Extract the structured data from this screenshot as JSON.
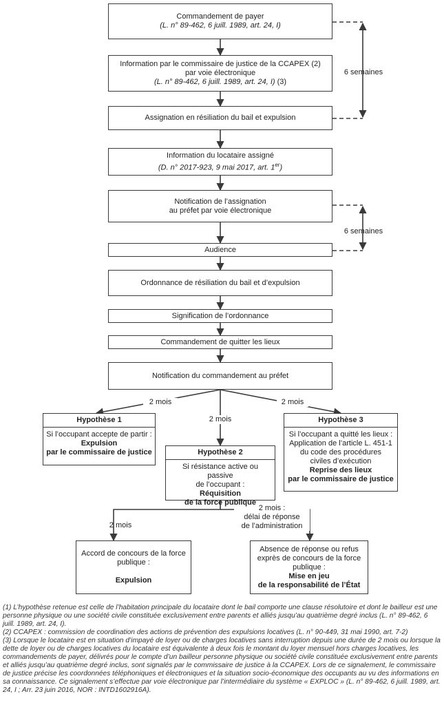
{
  "steps": {
    "commandement_payer": {
      "title": "Commandement de payer",
      "ref": "(L. n° 89-462, 6 juill. 1989, art. 24, I)"
    },
    "information_ccapex": {
      "line1": "Information par le commissaire de justice de la CCAPEX (2)",
      "line2": "par voie électronique",
      "ref": "(L. n° 89-462, 6 juill. 1989, art. 24, I)",
      "ref_suffix": " (3)"
    },
    "assignation": {
      "title": "Assignation en résiliation du bail et expulsion"
    },
    "information_locataire": {
      "title": "Information du locataire assigné",
      "ref": "(D. n° 2017-923, 9 mai 2017, art. 1",
      "ref_sup": "er",
      "ref_close": ")"
    },
    "notification_prefet": {
      "line1": "Notification de l’assignation",
      "line2": "au préfet par voie électronique"
    },
    "audience": {
      "title": "Audience"
    },
    "ordonnance": {
      "title": "Ordonnance de résiliation du bail et d’expulsion"
    },
    "signification": {
      "title": "Signification de l’ordonnance"
    },
    "commandement_quitter": {
      "title": "Commandement de quitter les lieux"
    },
    "notification_commandement": {
      "title": "Notification du commandement au préfet"
    }
  },
  "durations": {
    "six_semaines_1": "6 semaines",
    "six_semaines_2": "6 semaines",
    "deux_mois_left": "2 mois",
    "deux_mois_center": "2 mois",
    "deux_mois_right": "2 mois",
    "deux_mois_bottom_left": "2 mois",
    "deux_mois_bottom_right": "2 mois :",
    "delai_line1": "délai de réponse",
    "delai_line2": "de l’administration"
  },
  "hypotheses": {
    "h1": {
      "title": "Hypothèse 1",
      "body": "Si l’occupant accepte de partir :",
      "bold1": "Expulsion",
      "bold2": "par le commissaire de justice"
    },
    "h2": {
      "title": "Hypothèse 2",
      "body1": "Si résistance active ou passive",
      "body2": "de l’occupant :",
      "bold1": "Réquisition",
      "bold2": "de la force publique"
    },
    "h3": {
      "title": "Hypothèse 3",
      "body1": "Si l’occupant a quitté les lieux :",
      "body2": "Application de l’article L. 451-1",
      "body3": "du code des procédures",
      "body4": "civiles d’exécution",
      "bold1": "Reprise des lieux",
      "bold2": "par le commissaire de justice"
    }
  },
  "outcomes": {
    "accord": {
      "line1": "Accord de concours de la force",
      "line2": "publique :",
      "bold": "Expulsion"
    },
    "absence": {
      "line1": "Absence de réponse ou refus",
      "line2": "exprès de concours de la force",
      "line3": "publique :",
      "bold1": "Mise en jeu",
      "bold2": "de la responsabilité de l’État"
    }
  },
  "footnotes": {
    "n1": "(1) L’hypothèse retenue est celle de l’habitation principale du locataire dont le bail comporte une clause résolutoire et dont le bailleur est une personne physique ou une société civile constituée exclusivement entre parents et alliés jusqu’au quatrième degré inclus (L. n° 89-462, 6 juill. 1989, art. 24, I).",
    "n2": "(2) CCAPEX : commission de coordination des actions de prévention des expulsions locatives (L. n° 90-449, 31 mai 1990, art. 7-2)",
    "n3": "(3) Lorsque le locataire est en situation d’impayé de loyer ou de charges locatives sans interruption depuis une durée de 2 mois ou lorsque la dette de loyer ou de charges locatives du locataire est équivalente à deux fois le montant du loyer mensuel hors charges locatives, les commandements de payer, délivrés pour le compte d’un bailleur personne physique ou société civile constituée exclusivement entre parents et alliés jusqu’au quatrième degré inclus, sont signalés par le commissaire de justice à la CCAPEX. Lors de ce signalement, le commissaire de justice précise les coordonnées téléphoniques et électroniques et la situation socio-économique des occupants au vu des informations en sa connaissance. Ce signalement s’effectue par voie électronique par l’intermédiaire du système « EXPLOC » (L. n° 89-462, 6 juill. 1989, art. 24, I ; Arr. 23 juin 2016, NOR : INTD1602916A)."
  }
}
